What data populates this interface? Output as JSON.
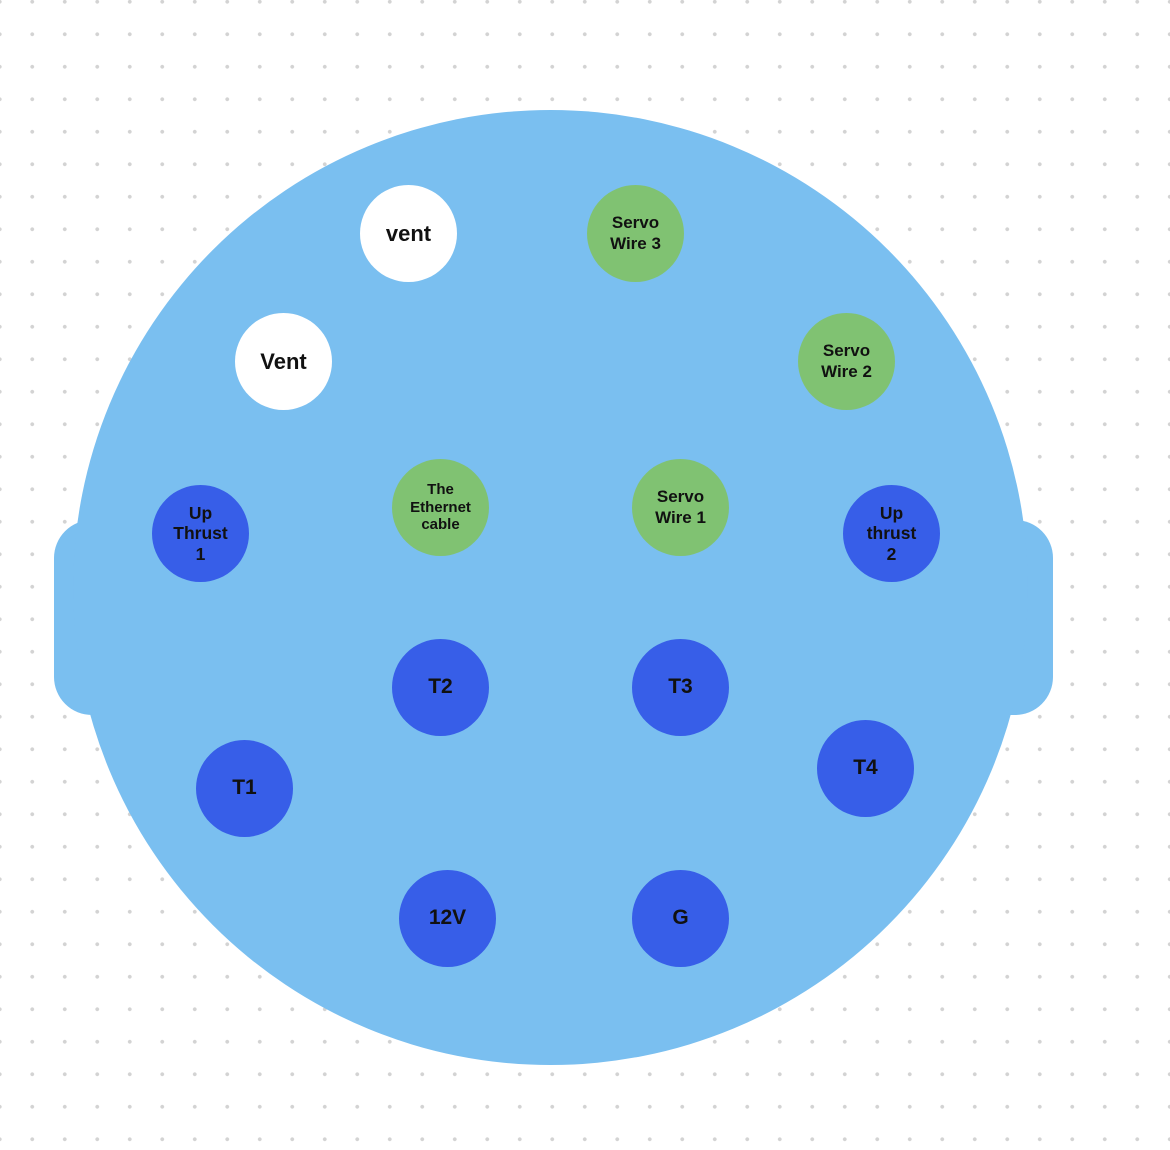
{
  "colors": {
    "connector": "#7abff0",
    "vent": "#ffffff",
    "signal": "#80c272",
    "power": "#375ee8"
  },
  "pins": {
    "vent_top": "vent",
    "vent_left": "Vent",
    "servo_wire_3": [
      "Servo",
      "Wire 3"
    ],
    "servo_wire_2": [
      "Servo",
      "Wire 2"
    ],
    "servo_wire_1": [
      "Servo",
      "Wire 1"
    ],
    "ethernet_cable": [
      "The",
      "Ethernet",
      "cable"
    ],
    "up_thrust_1": [
      "Up",
      "Thrust",
      "1"
    ],
    "up_thrust_2": [
      "Up",
      "thrust",
      "2"
    ],
    "t1": "T1",
    "t2": "T2",
    "t3": "T3",
    "t4": "T4",
    "v12": "12V",
    "g": "G"
  }
}
